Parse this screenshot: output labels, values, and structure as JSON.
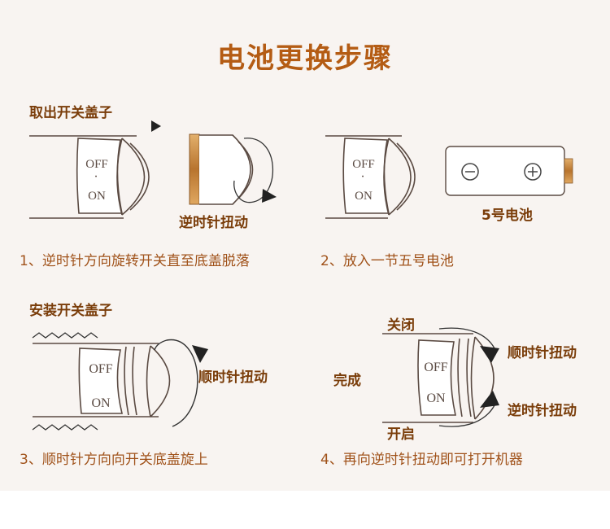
{
  "title": "电池更换步骤",
  "step1": {
    "label": "取出开关盖子",
    "twist_label": "逆时针扭动",
    "caption": "1、逆时针方向旋转开关直至底盖脱落"
  },
  "step2": {
    "battery_label": "5号电池",
    "caption": "2、放入一节五号电池",
    "minus_symbol": "⊖",
    "plus_symbol": "⊕"
  },
  "step3": {
    "label": "安装开关盖子",
    "twist_label": "顺时针扭动",
    "caption": "3、顺时针方向向开关底盖旋上"
  },
  "step4": {
    "close_label": "关闭",
    "done_label": "完成",
    "open_label": "开启",
    "cw_label": "顺时针扭动",
    "ccw_label": "逆时针扭动",
    "caption": "4、再向逆时针扭动即可打开机器"
  },
  "device": {
    "off_text": "OFF",
    "dot": "·",
    "on_text": "ON"
  },
  "colors": {
    "background": "#f8f4f1",
    "title": "#b45c14",
    "label": "#7a3d0a",
    "caption": "#a0521a",
    "line": "#5a4a42",
    "gold": "#c8843a"
  }
}
